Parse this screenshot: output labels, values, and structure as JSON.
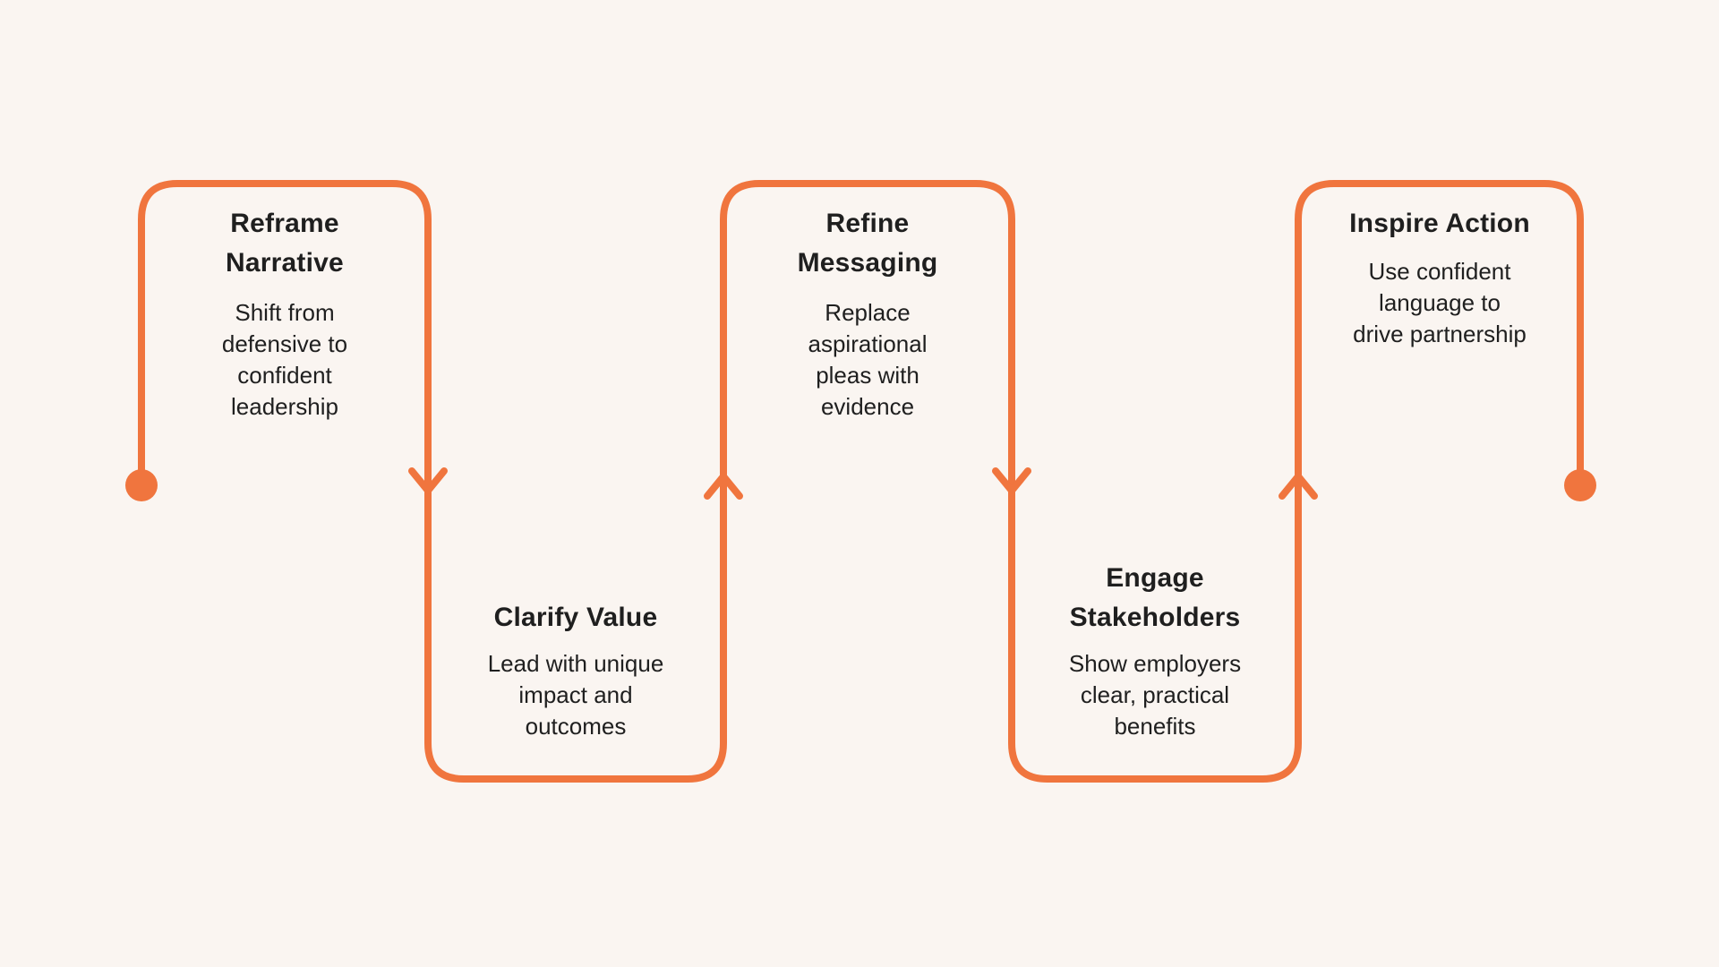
{
  "diagram": {
    "type": "process-flow-snake",
    "colors": {
      "accent": "#F0753E",
      "background": "#FAF5F1",
      "text": "#1F1F1F"
    },
    "markers": {
      "start": "dot",
      "end": "dot",
      "arrows": [
        "down",
        "up",
        "down",
        "up"
      ]
    },
    "steps": [
      {
        "position": "top",
        "title_lines": [
          "Reframe",
          "Narrative"
        ],
        "desc_lines": [
          "Shift from",
          "defensive to",
          "confident",
          "leadership"
        ]
      },
      {
        "position": "bottom",
        "title_lines": [
          "Clarify Value"
        ],
        "desc_lines": [
          "Lead with unique",
          "impact and",
          "outcomes"
        ]
      },
      {
        "position": "top",
        "title_lines": [
          "Refine",
          "Messaging"
        ],
        "desc_lines": [
          "Replace",
          "aspirational",
          "pleas with",
          "evidence"
        ]
      },
      {
        "position": "bottom",
        "title_lines": [
          "Engage",
          "Stakeholders"
        ],
        "desc_lines": [
          "Show employers",
          "clear, practical",
          "benefits"
        ]
      },
      {
        "position": "top",
        "title_lines": [
          "Inspire Action"
        ],
        "desc_lines": [
          "Use confident",
          "language to",
          "drive partnership"
        ]
      }
    ]
  }
}
